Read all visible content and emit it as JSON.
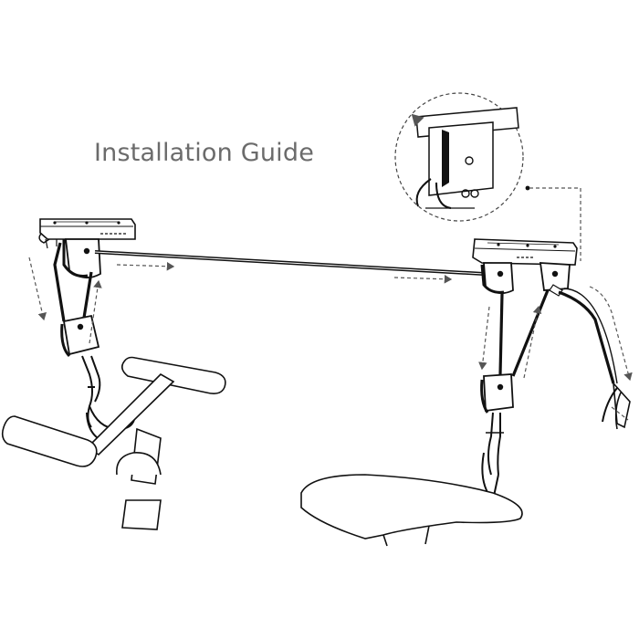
{
  "title": "Installation Guide",
  "colors": {
    "ink": "#111111",
    "title": "#6b6b6b",
    "guide": "#555555",
    "background": "#ffffff"
  },
  "components": [
    "ceiling-bracket-left",
    "ceiling-bracket-right",
    "pulley-left",
    "pulley-right",
    "lift-rope",
    "hook-left",
    "hook-right",
    "detail-callout",
    "bicycle-handlebar",
    "bicycle-saddle"
  ]
}
